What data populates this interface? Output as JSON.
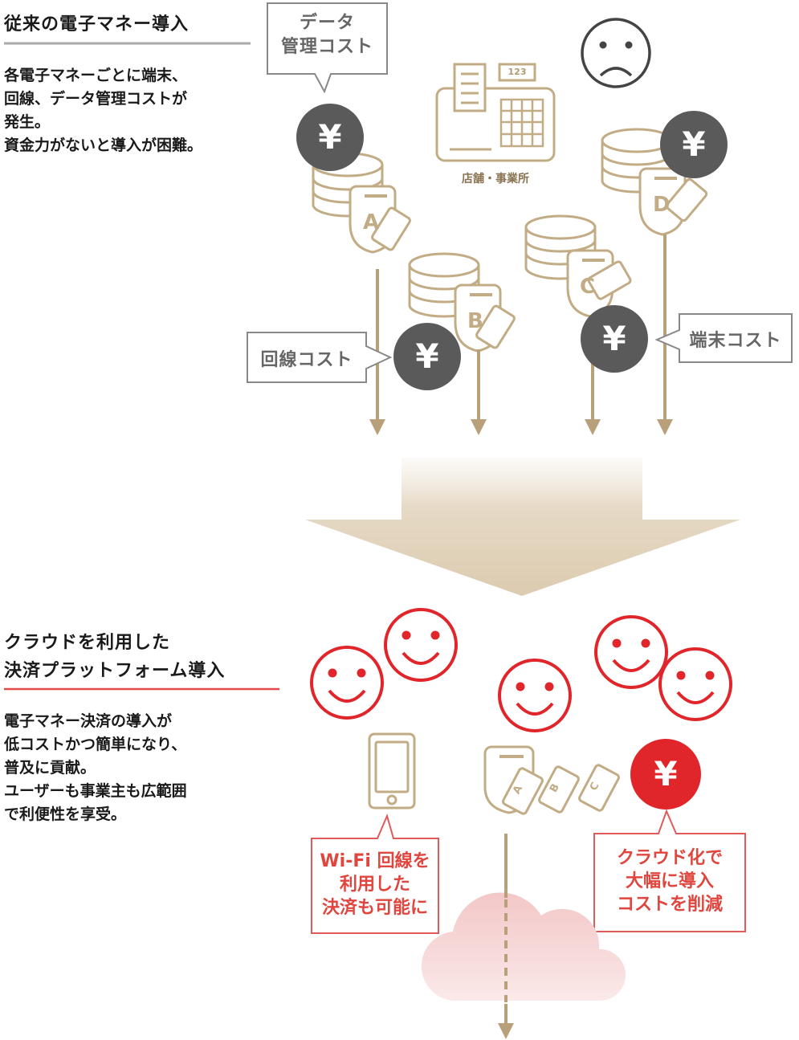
{
  "section1": {
    "heading": "従来の電子マネー導入",
    "desc_lines": [
      "各電子マネーごとに端末、",
      "回線、データ管理コストが",
      "発生。",
      "資金力がないと導入が困難。"
    ]
  },
  "section2": {
    "heading_lines": [
      "クラウドを利用した",
      "決済プラットフォーム導入"
    ],
    "desc_lines": [
      "電子マネー決済の導入が",
      "低コストかつ簡単になり、",
      "普及に貢献。",
      "ユーザーも事業主も広範囲",
      "で利便性を享受。"
    ]
  },
  "callouts": {
    "data_cost": [
      "データ",
      "管理コスト"
    ],
    "line_cost": "回線コスト",
    "terminal_cost": "端末コスト",
    "wifi": [
      "Wi-Fi 回線を",
      "利用した",
      "決済も可能に"
    ],
    "cloud_cost": [
      "クラウド化で",
      "大幅に導入",
      "コストを削減"
    ]
  },
  "shop": {
    "label": "店舗・事業所",
    "display": "123"
  },
  "yen_symbol": "¥",
  "card_letters": [
    "A",
    "B",
    "C",
    "D"
  ],
  "colors": {
    "gold": "#c2ac85",
    "dark_gray": "#5a5a5a",
    "red": "#e0262a",
    "callout_gray_border": "#888888",
    "cloud_pink": "#f6d4d4",
    "arrow_beige": "#e3d7c4"
  }
}
